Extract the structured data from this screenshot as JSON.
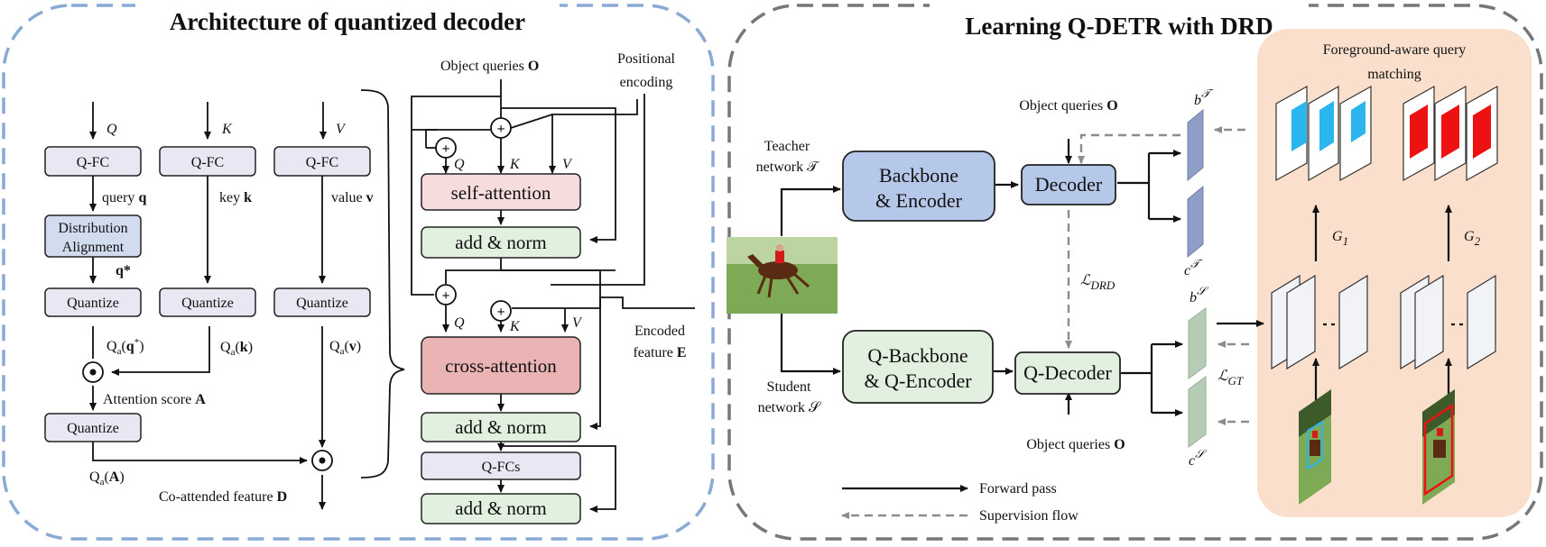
{
  "left_panel": {
    "title": "Architecture of quantized decoder",
    "inputs": {
      "q": "Q",
      "k": "K",
      "v": "V"
    },
    "qfc": [
      "Q-FC",
      "Q-FC",
      "Q-FC"
    ],
    "query_label": "query ",
    "query_sym": "q",
    "key_label": "key ",
    "key_sym": "k",
    "value_label": "value ",
    "value_sym": "v",
    "distribution_alignment": [
      "Distribution",
      "Alignment"
    ],
    "q_star": "q*",
    "quantize": "Quantize",
    "qa_q": "Qa(q*)",
    "qa_k": "Qa(k)",
    "qa_v": "Qa(v)",
    "attention_score": "Attention score ",
    "attention_sym": "A",
    "qa_a": "Qa(A)",
    "co_attended": "Co-attended feature ",
    "co_attended_sym": "D",
    "dot": "⊙",
    "object_queries": "Object queries ",
    "object_queries_sym": "O",
    "positional_encoding": [
      "Positional",
      "encoding"
    ],
    "plus": "+",
    "self_attention": "self-attention",
    "add_norm": "add & norm",
    "cross_attention": "cross-attention",
    "encoded_feature": [
      "Encoded",
      "feature "
    ],
    "encoded_sym": "E",
    "q_fcs": "Q-FCs"
  },
  "right_panel": {
    "title": "Learning Q-DETR with DRD",
    "teacher_network": [
      "Teacher",
      "network 𝒯"
    ],
    "student_network": [
      "Student",
      "network 𝒮"
    ],
    "backbone_encoder": [
      "Backbone",
      "& Encoder"
    ],
    "q_backbone_encoder": [
      "Q-Backbone",
      "& Q-Encoder"
    ],
    "decoder": "Decoder",
    "q_decoder": "Q-Decoder",
    "object_queries": "Object queries ",
    "object_queries_sym": "O",
    "l_drd": "ℒDRD",
    "l_gt": "ℒGT",
    "b_t": "b𝒯",
    "c_t": "c𝒯",
    "b_s": "b𝒮",
    "c_s": "c𝒮",
    "fqm": [
      "Foreground-aware query",
      "matching"
    ],
    "g1": "G1",
    "g2": "G2",
    "legend_forward": "Forward pass",
    "legend_supervision": "Supervision flow"
  },
  "colors": {
    "left_border": "#8aaad6",
    "right_border": "#777777",
    "qfc_fill": "#e8e8f4",
    "dist_fill": "#d2dcef",
    "self_attn_fill": "#f6dcdc",
    "cross_attn_fill": "#eab4b4",
    "add_norm_fill": "#e2f0df",
    "backbone_fill": "#b6c8ea",
    "qbackbone_fill": "#e2f0df",
    "fqm_bg": "#f9dfcc",
    "cyan_mark": "#2ab5ee",
    "red_mark": "#ee1111",
    "teacher_bar": "#8e9ec6",
    "student_bar": "#b6ccb4"
  }
}
